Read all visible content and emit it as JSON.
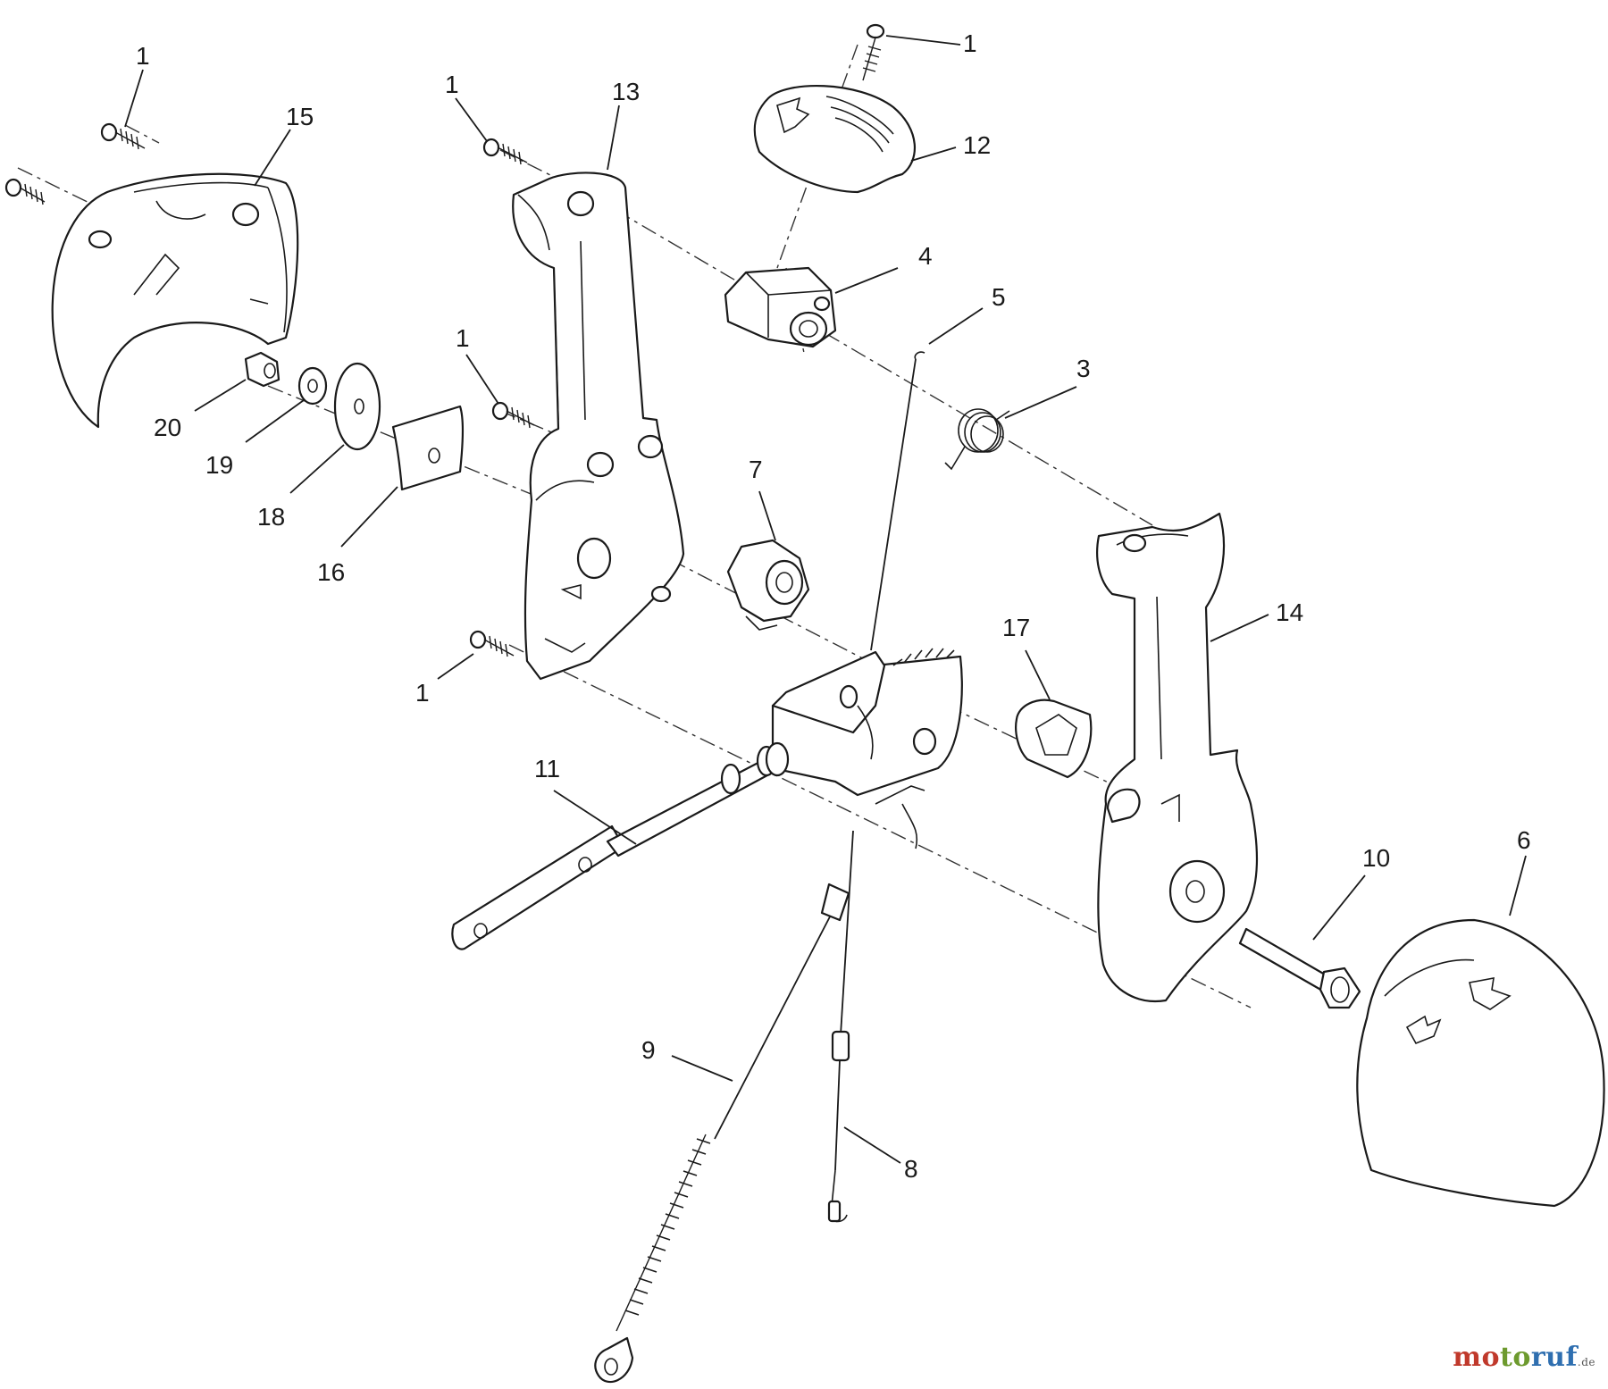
{
  "callouts": [
    {
      "id": "c1a",
      "label": "1"
    },
    {
      "id": "c15",
      "label": "15"
    },
    {
      "id": "c1b",
      "label": "1"
    },
    {
      "id": "c13",
      "label": "13"
    },
    {
      "id": "c1c",
      "label": "1"
    },
    {
      "id": "c12",
      "label": "12"
    },
    {
      "id": "c4",
      "label": "4"
    },
    {
      "id": "c5",
      "label": "5"
    },
    {
      "id": "c3",
      "label": "3"
    },
    {
      "id": "c1d",
      "label": "1"
    },
    {
      "id": "c20",
      "label": "20"
    },
    {
      "id": "c19",
      "label": "19"
    },
    {
      "id": "c18",
      "label": "18"
    },
    {
      "id": "c16",
      "label": "16"
    },
    {
      "id": "c7",
      "label": "7"
    },
    {
      "id": "c1e",
      "label": "1"
    },
    {
      "id": "c17",
      "label": "17"
    },
    {
      "id": "c14",
      "label": "14"
    },
    {
      "id": "c11",
      "label": "11"
    },
    {
      "id": "c10",
      "label": "10"
    },
    {
      "id": "c6",
      "label": "6"
    },
    {
      "id": "c9",
      "label": "9"
    },
    {
      "id": "c8",
      "label": "8"
    }
  ],
  "watermark": {
    "mo": "mo",
    "to": "to",
    "ruf": "ruf",
    "de": ".de"
  }
}
